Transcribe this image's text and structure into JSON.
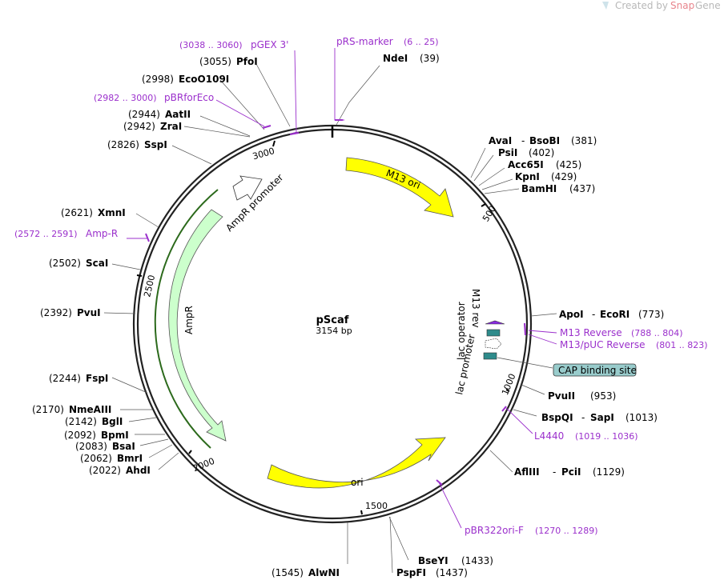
{
  "header": {
    "created_by": "Created by",
    "brand_snap": "Snap",
    "brand_gene": "Gene"
  },
  "plasmid": {
    "name": "pScaf",
    "length": "3154 bp"
  },
  "ticks": [
    "500",
    "1000",
    "1500",
    "2000",
    "2500",
    "3000"
  ],
  "features": {
    "m13_ori": "M13 ori",
    "ori": "ori",
    "ampr": "AmpR",
    "ampr_promoter": "AmpR promoter",
    "m13_rev": "M13 rev",
    "lac_operator": "lac operator",
    "lac_promoter": "lac promoter",
    "cap_binding_site": "CAP binding site"
  },
  "enzymes": [
    {
      "name": "NdeI",
      "pos": "(39)"
    },
    {
      "name": "AvaI",
      "dash": "-",
      "name2": "BsoBI",
      "pos": "(381)"
    },
    {
      "name": "PsiI",
      "pos": "(402)"
    },
    {
      "name": "Acc65I",
      "pos": "(425)"
    },
    {
      "name": "KpnI",
      "pos": "(429)"
    },
    {
      "name": "BamHI",
      "pos": "(437)"
    },
    {
      "name": "ApoI",
      "dash": "-",
      "name2": "EcoRI",
      "pos": "(773)"
    },
    {
      "name": "PvuII",
      "pos": "(953)"
    },
    {
      "name": "BspQI",
      "dash": "-",
      "name2": "SapI",
      "pos": "(1013)"
    },
    {
      "name": "AflIII",
      "dash": "-",
      "name2": "PciI",
      "pos": "(1129)"
    },
    {
      "name": "BseYI",
      "pos": "(1433)"
    },
    {
      "name": "PspFI",
      "pos": "(1437)"
    },
    {
      "name": "AlwNI",
      "pos": "(1545)"
    },
    {
      "name": "AhdI",
      "pos": "(2022)"
    },
    {
      "name": "BmrI",
      "pos": "(2062)"
    },
    {
      "name": "BsaI",
      "pos": "(2083)"
    },
    {
      "name": "BpmI",
      "pos": "(2092)"
    },
    {
      "name": "BglI",
      "pos": "(2142)"
    },
    {
      "name": "NmeAIII",
      "pos": "(2170)"
    },
    {
      "name": "FspI",
      "pos": "(2244)"
    },
    {
      "name": "PvuI",
      "pos": "(2392)"
    },
    {
      "name": "ScaI",
      "pos": "(2502)"
    },
    {
      "name": "XmnI",
      "pos": "(2621)"
    },
    {
      "name": "SspI",
      "pos": "(2826)"
    },
    {
      "name": "ZraI",
      "pos": "(2942)"
    },
    {
      "name": "AatII",
      "pos": "(2944)"
    },
    {
      "name": "EcoO109I",
      "pos": "(2998)"
    },
    {
      "name": "PfoI",
      "pos": "(3055)"
    }
  ],
  "primers": [
    {
      "name": "pRS-marker",
      "range": "(6 .. 25)"
    },
    {
      "name": "pGEX 3'",
      "range": "(3038 .. 3060)"
    },
    {
      "name": "pBRforEco",
      "range": "(2982 .. 3000)"
    },
    {
      "name": "Amp-R",
      "range": "(2572 .. 2591)"
    },
    {
      "name": "M13 Reverse",
      "range": "(788 .. 804)"
    },
    {
      "name": "M13/pUC Reverse",
      "range": "(801 .. 823)"
    },
    {
      "name": "L4440",
      "range": "(1019 .. 1036)"
    },
    {
      "name": "pBR322ori-F",
      "range": "(1270 .. 1289)"
    }
  ],
  "colors": {
    "backbone": "#222222",
    "ori_fill": "#ffff00",
    "ampr_fill": "#ccffcc",
    "primer": "#9b30cc",
    "cap_fill": "#99cccc",
    "lac_operator": "#2e8b8b",
    "m13_rev": "#8a2be2"
  }
}
